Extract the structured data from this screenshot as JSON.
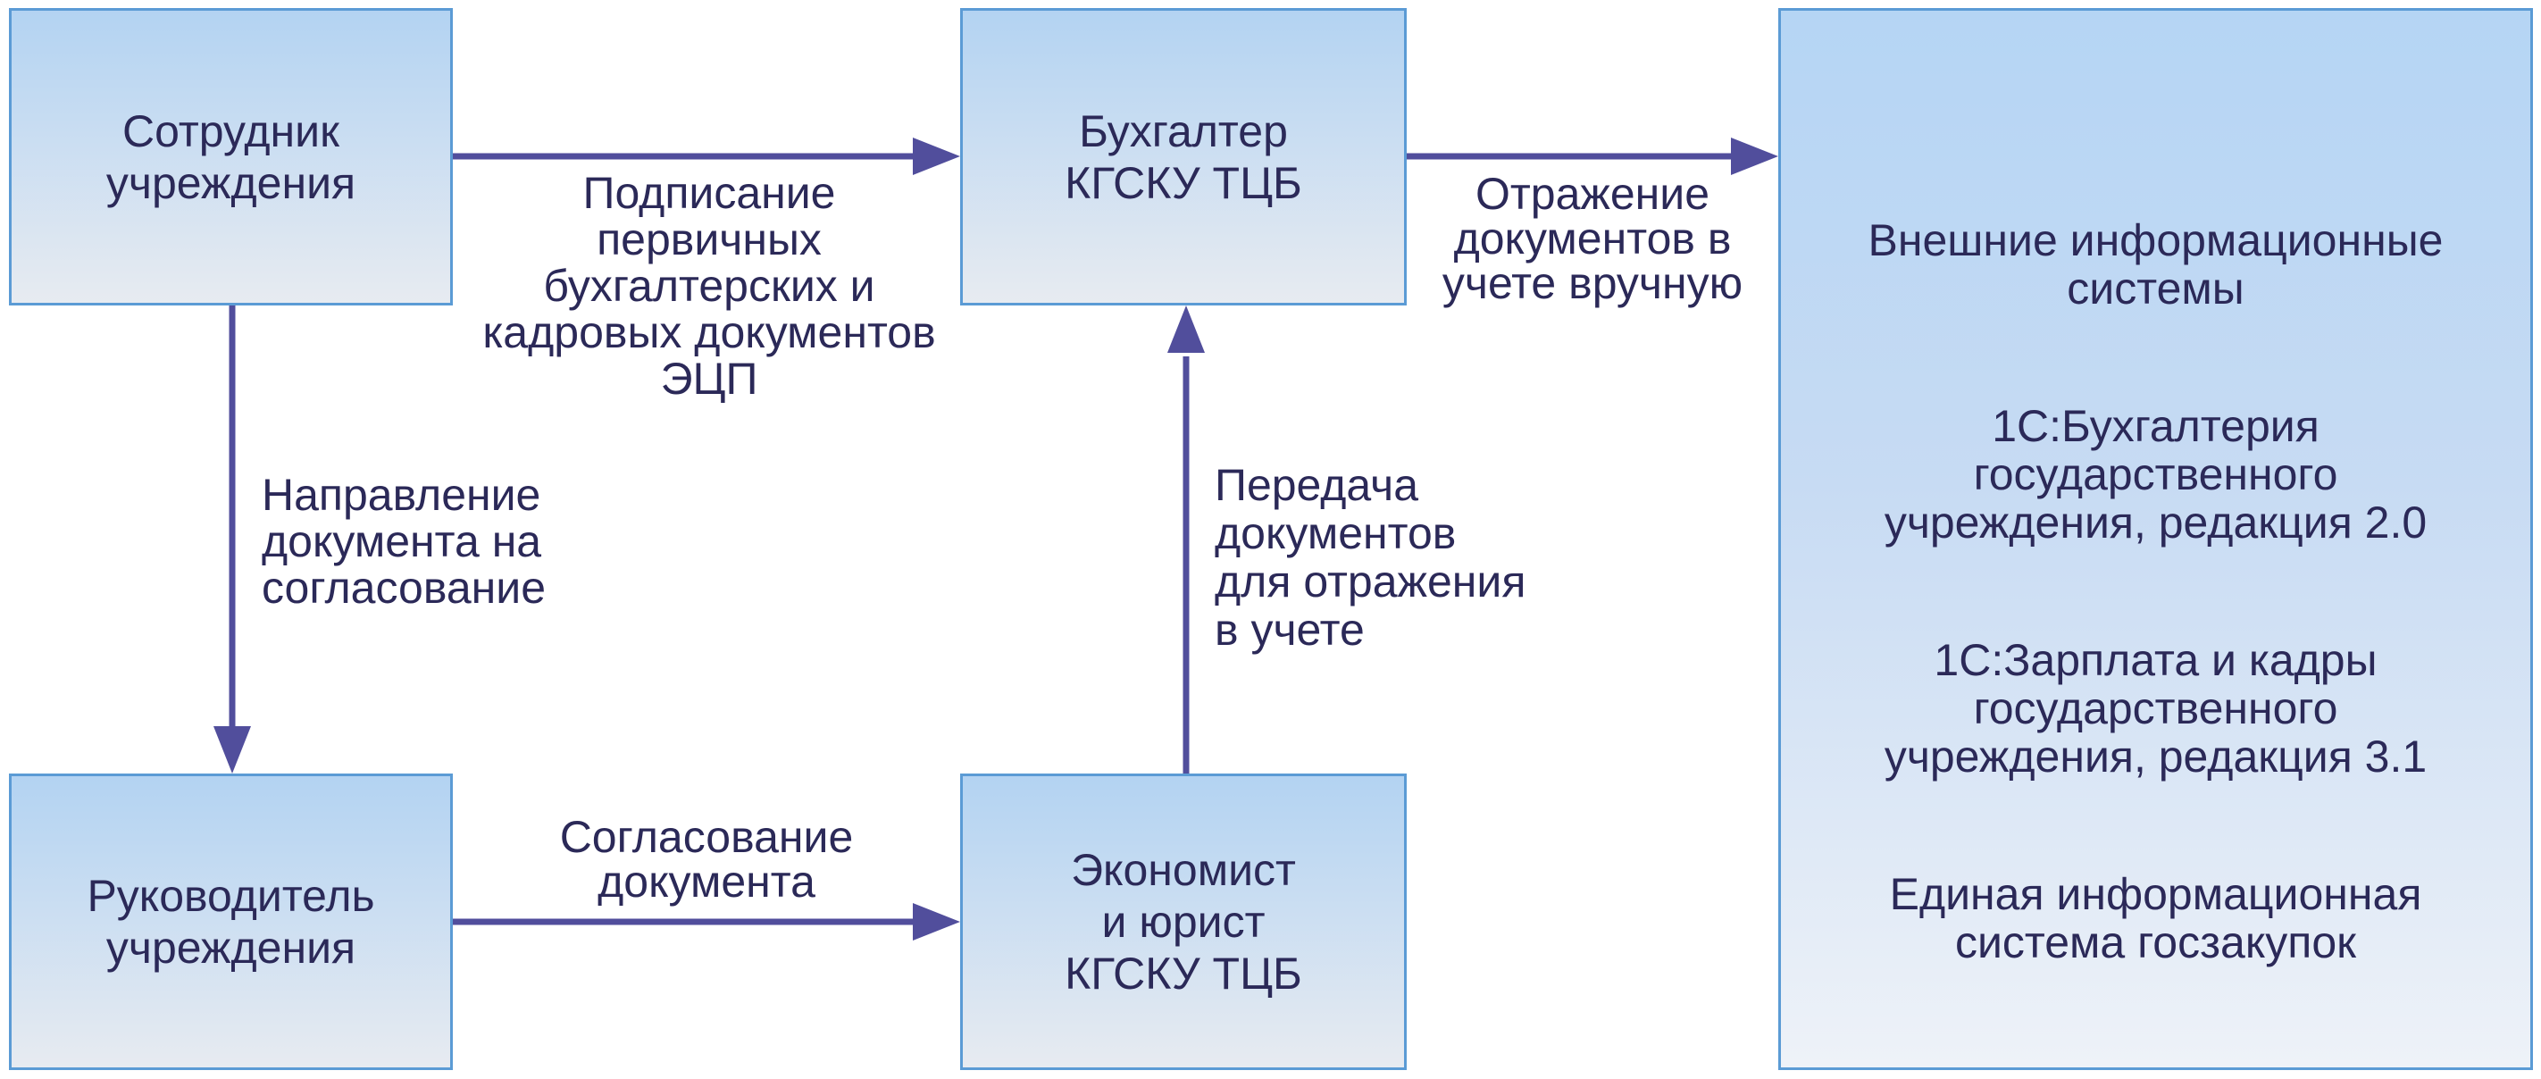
{
  "nodes": {
    "employee": {
      "label": "Сотрудник\nучреждения"
    },
    "accountant": {
      "label": "Бухгалтер\nКГСКУ ТЦБ"
    },
    "head": {
      "label": "Руководитель\nучреждения"
    },
    "economist": {
      "label": "Экономист\nи юрист\nКГСКУ ТЦБ"
    },
    "external": {
      "title": "Внешние информационные\nсистемы",
      "items": [
        "1С:Бухгалтерия\nгосударственного\nучреждения, редакция 2.0",
        "1С:Зарплата и кадры\nгосударственного\nучреждения, редакция 3.1",
        "Единая информационная\nсистема госзакупок"
      ]
    }
  },
  "edges": {
    "sign": {
      "label": "Подписание первичных\nбухгалтерских и\nкадровых документов\nЭЦП"
    },
    "manual": {
      "label": "Отражение\nдокументов в\nучете вручную"
    },
    "send": {
      "label": "Направление\nдокумента на\nсогласование"
    },
    "approve": {
      "label": "Согласование\nдокумента"
    },
    "transfer": {
      "label": "Передача\nдокументов\nдля отражения\nв учете"
    }
  },
  "colors": {
    "box_border": "#5b9bd5",
    "box_fill_top": "#b3d3f2",
    "box_fill_bottom": "#e7ebf1",
    "big_box_fill_top": "#b5d5f4",
    "big_box_fill_bottom": "#eef2f8",
    "arrow": "#514e9c",
    "text": "#2b2958",
    "background": "#ffffff"
  }
}
